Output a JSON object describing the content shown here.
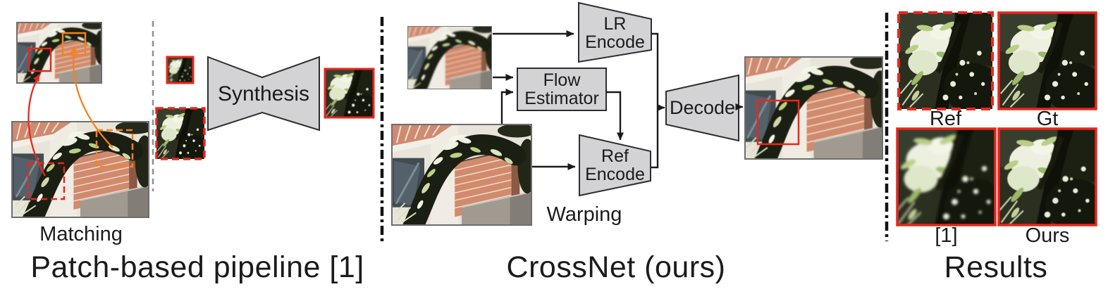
{
  "left_section": {
    "matching_label": "Matching",
    "synthesis_label": "Synthesis",
    "caption": "Patch-based pipeline [1]"
  },
  "middle_section": {
    "lr_encode_label": "LR\nEncode",
    "flow_estimator_label": "Flow\nEstimator",
    "ref_encode_label": "Ref\nEncode",
    "decode_label": "Decode",
    "warping_label": "Warping",
    "caption": "CrossNet (ours)"
  },
  "right_section": {
    "patch_labels": [
      "Ref",
      "Gt",
      "[1]",
      "Ours"
    ],
    "caption": "Results"
  },
  "colors": {
    "highlight_red": "#e8271e",
    "highlight_orange": "#f5821f",
    "block_fill": "#d3d3d5",
    "block_stroke": "#2e2e2e"
  }
}
